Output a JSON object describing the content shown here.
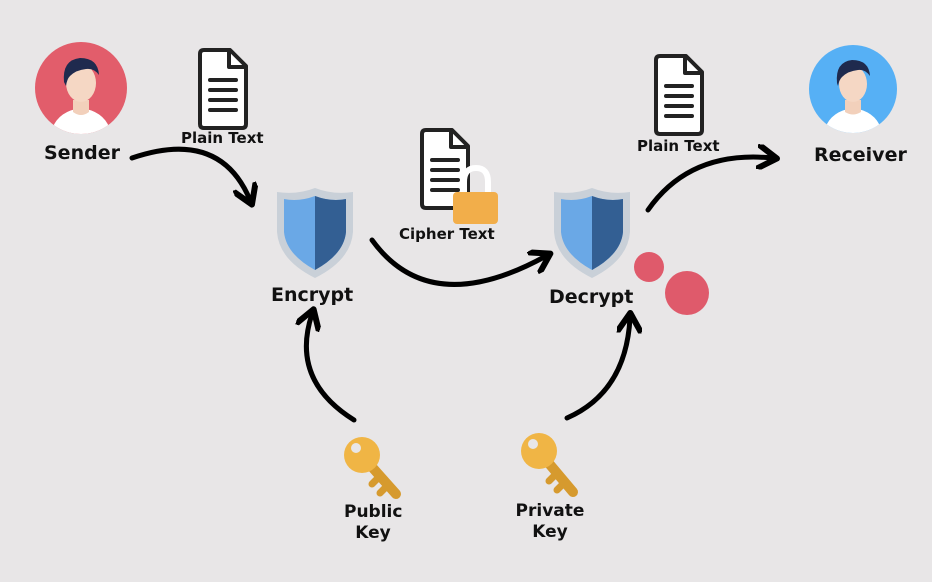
{
  "nodes": {
    "sender": "Sender",
    "receiver": "Receiver",
    "encrypt": "Encrypt",
    "decrypt": "Decrypt"
  },
  "labels": {
    "plain_text_left": "Plain Text",
    "plain_text_right": "Plain Text",
    "cipher_text": "Cipher Text"
  },
  "keys": {
    "public": {
      "line1": "Public",
      "line2": "Key"
    },
    "private": {
      "line1": "Private",
      "line2": "Key"
    }
  },
  "colors": {
    "background": "#e8e6e7",
    "sender_avatar": "#e25d6b",
    "receiver_avatar": "#56b0f5",
    "shield_light": "#6aa8e6",
    "shield_dark": "#335f93",
    "shield_border": "#c9d0d8",
    "lock": "#f2ae4a",
    "key": "#f0b545",
    "dot": "#df5a6b",
    "arrow": "#000000"
  },
  "icons": {
    "avatar": "person-avatar-icon",
    "document": "document-icon",
    "lock": "padlock-icon",
    "shield": "shield-icon",
    "key": "key-icon"
  }
}
